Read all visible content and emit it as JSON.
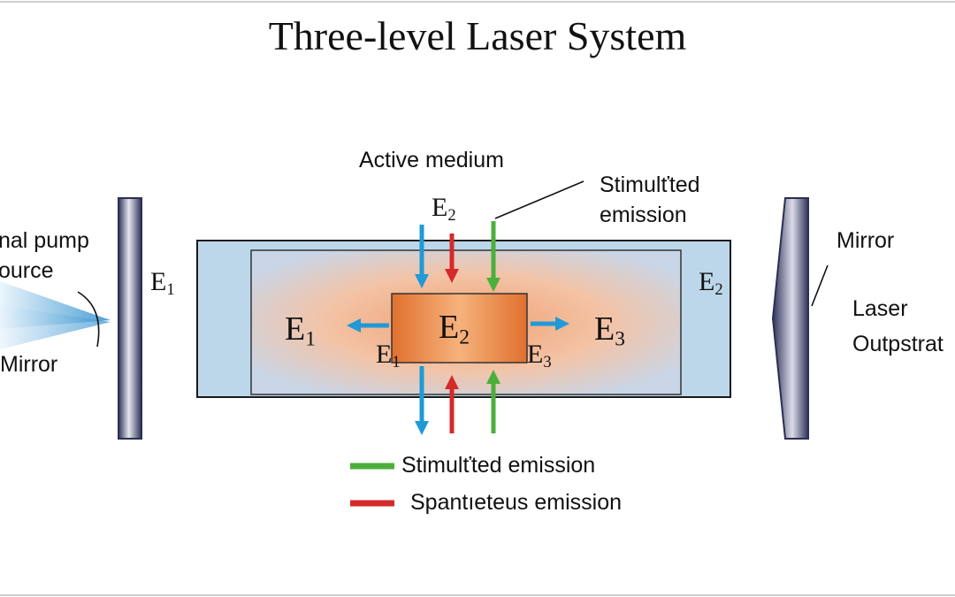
{
  "title": "Three-level Laser System",
  "labels": {
    "active_medium": "Active medium",
    "stimulated_top_line1": "Stimulťted",
    "stimulated_top_line2": "emission",
    "pump_line1": "nal pump",
    "pump_line2": "ource",
    "mirror_left": "Mirror",
    "mirror_right": "Mirror",
    "laser_line1": "Laser",
    "laser_line2": "Outpstrat"
  },
  "levels": {
    "e1_left_beam": {
      "letter": "E",
      "sub": "1"
    },
    "e2_top": {
      "letter": "E",
      "sub": "2"
    },
    "e1_medium": {
      "letter": "E",
      "sub": "1"
    },
    "e2_center": {
      "letter": "E",
      "sub": "2"
    },
    "e3_medium": {
      "letter": "E",
      "sub": "3"
    },
    "e1_below_center": {
      "letter": "E",
      "sub": "1"
    },
    "e3_below_center": {
      "letter": "E",
      "sub": "3"
    },
    "e2_right_beam": {
      "letter": "E",
      "sub": "2"
    }
  },
  "legend": [
    {
      "label": "Stimulťted emission",
      "color": "#4caf3c"
    },
    {
      "label": "Spantıeteus emission",
      "color": "#d42a2a"
    }
  ],
  "colors": {
    "stimulated": "#4caf3c",
    "spontaneous": "#d42a2a",
    "transition": "#1f9ad6",
    "mirror": "#3a3f66",
    "cavity_fill": "#bcd7ea",
    "core": "#e87c3e"
  }
}
